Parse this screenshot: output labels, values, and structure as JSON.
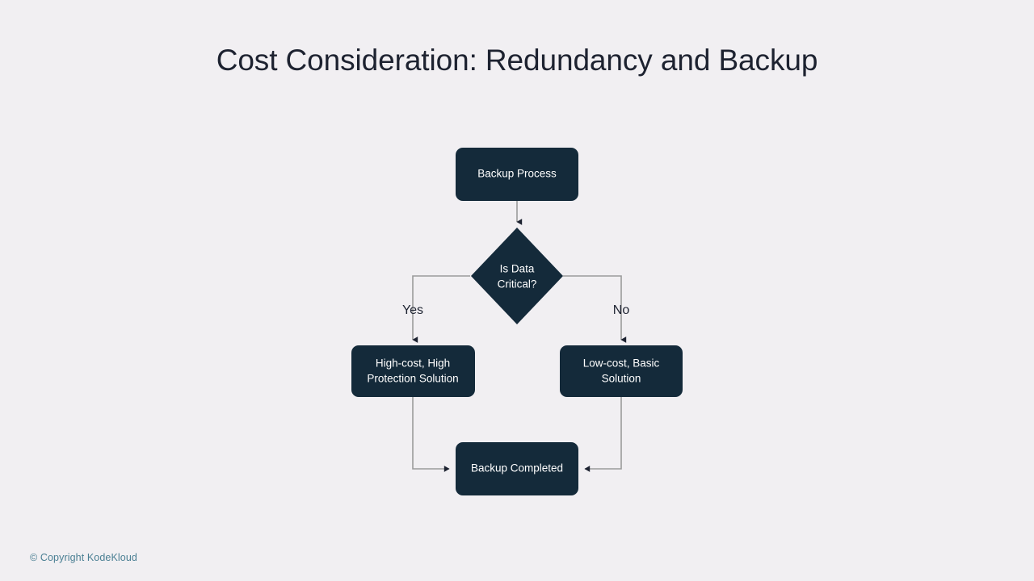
{
  "slide": {
    "title": "Cost Consideration: Redundancy and Backup",
    "copyright": "© Copyright KodeKloud",
    "background_color": "#f1eff2",
    "title_color": "#1d2230",
    "copyright_color": "#4a7f93"
  },
  "diagram": {
    "type": "flowchart",
    "node_fill": "#142a3a",
    "node_text_color": "#ffffff",
    "edge_color": "#9b9b9b",
    "arrowhead_color": "#1d2230",
    "nodes": [
      {
        "id": "start",
        "shape": "rounded-rect",
        "label": "Backup Process",
        "lines": [
          "Backup Process"
        ]
      },
      {
        "id": "decision",
        "shape": "diamond",
        "label": "Is Data Critical?",
        "lines": [
          "Is Data",
          "Critical?"
        ]
      },
      {
        "id": "high-cost",
        "shape": "rounded-rect",
        "label": "High-cost, High Protection Solution",
        "lines": [
          "High-cost, High",
          "Protection Solution"
        ]
      },
      {
        "id": "low-cost",
        "shape": "rounded-rect",
        "label": "Low-cost, Basic Solution",
        "lines": [
          "Low-cost, Basic",
          "Solution"
        ]
      },
      {
        "id": "end",
        "shape": "rounded-rect",
        "label": "Backup Completed",
        "lines": [
          "Backup Completed"
        ]
      }
    ],
    "edges": [
      {
        "id": "start-to-decision",
        "from": "start",
        "to": "decision",
        "label": ""
      },
      {
        "id": "decision-to-high-cost",
        "from": "decision",
        "to": "high-cost",
        "label": "Yes"
      },
      {
        "id": "decision-to-low-cost",
        "from": "decision",
        "to": "low-cost",
        "label": "No"
      },
      {
        "id": "high-cost-to-end",
        "from": "high-cost",
        "to": "end",
        "label": ""
      },
      {
        "id": "low-cost-to-end",
        "from": "low-cost",
        "to": "end",
        "label": ""
      }
    ]
  }
}
